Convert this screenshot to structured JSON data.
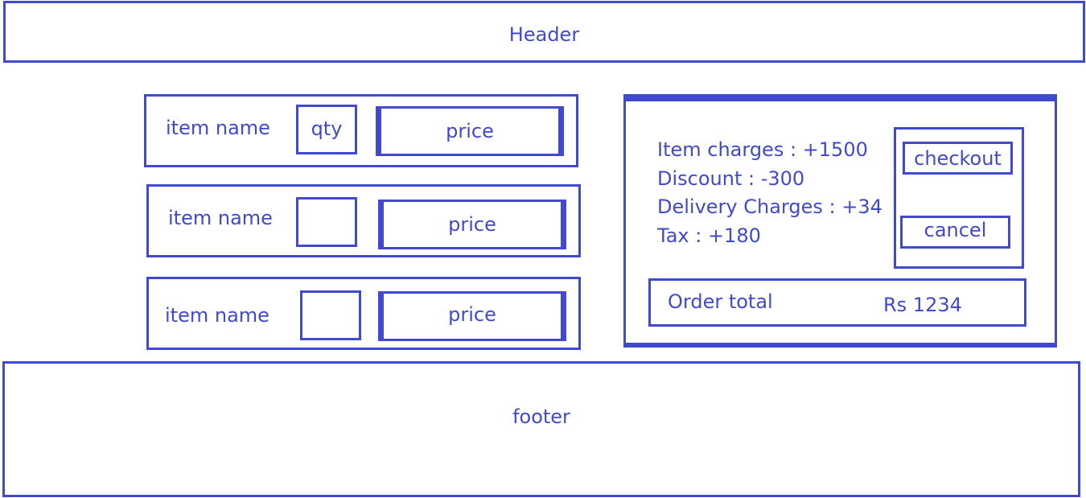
{
  "header": {
    "label": "Header"
  },
  "cart": {
    "items": [
      {
        "name": "item name",
        "qty": "qty",
        "price": "price"
      },
      {
        "name": "item name",
        "qty": "",
        "price": "price"
      },
      {
        "name": "item name",
        "qty": "",
        "price": "price"
      }
    ]
  },
  "summary": {
    "charges": [
      "Item charges : +1500",
      "Discount : -300",
      "Delivery Charges : +34",
      "Tax : +180"
    ],
    "checkout_label": "checkout",
    "cancel_label": "cancel",
    "order_total_label": "Order total",
    "order_total_value": "Rs 1234"
  },
  "footer": {
    "label": "footer"
  },
  "colors": {
    "accent": "#4149d0",
    "background": "#ffffff"
  }
}
